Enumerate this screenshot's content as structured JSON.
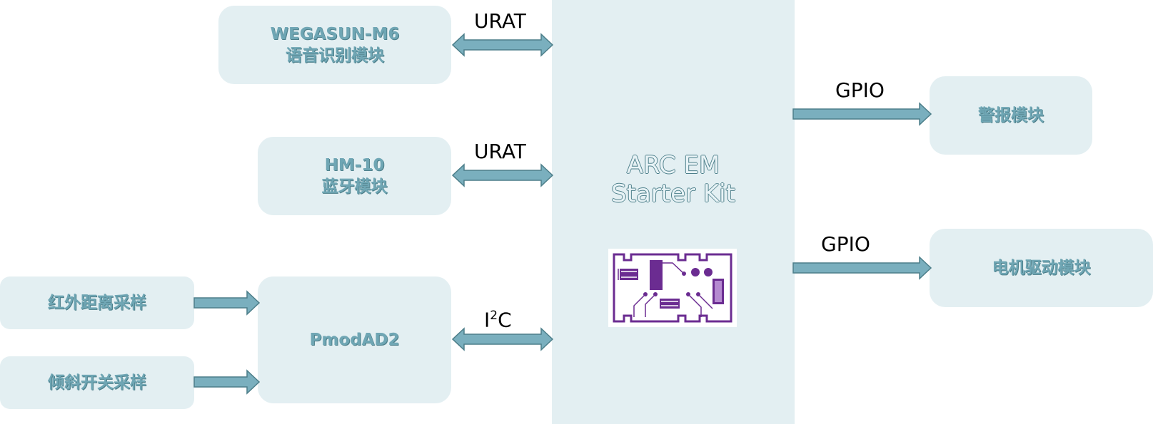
{
  "center": {
    "line1": "ARC EM",
    "line2": "Starter Kit",
    "board_icon": "circuit-board-icon"
  },
  "modules": {
    "voice": {
      "line1": "WEGASUN-M6",
      "line2": "语音识别模块"
    },
    "bluetooth": {
      "line1": "HM-10",
      "line2": "蓝牙模块"
    },
    "pmod": {
      "label": "PmodAD2"
    },
    "infrared": {
      "label": "红外距离采样"
    },
    "tilt": {
      "label": "倾斜开关采样"
    },
    "alarm": {
      "label": "警报模块"
    },
    "motor": {
      "label": "电机驱动模块"
    }
  },
  "connections": {
    "uart1": "URAT",
    "uart2": "URAT",
    "i2c_base": "I",
    "i2c_sup": "2",
    "i2c_end": "C",
    "gpio1": "GPIO",
    "gpio2": "GPIO"
  },
  "colors": {
    "box_fill": "#e3eff2",
    "text": "#6fa6b4",
    "arrow": "#7aafbe",
    "arrow_stroke": "#4d7f8a",
    "board": "#6b2c91"
  }
}
